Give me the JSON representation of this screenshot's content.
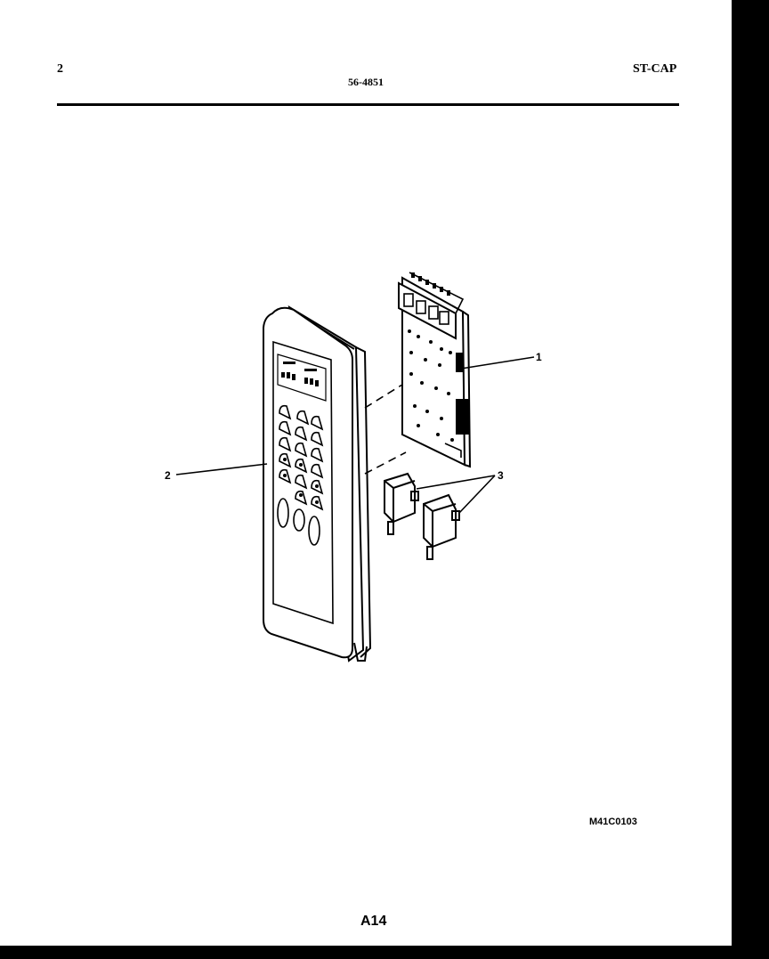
{
  "header": {
    "left": "2",
    "center": "56-4851",
    "right": "ST-CAP"
  },
  "callouts": {
    "circuit_board": "1",
    "control_panel": "2",
    "switches": "3"
  },
  "footer": {
    "diagram_code": "M41C0103",
    "page_number": "A14"
  }
}
